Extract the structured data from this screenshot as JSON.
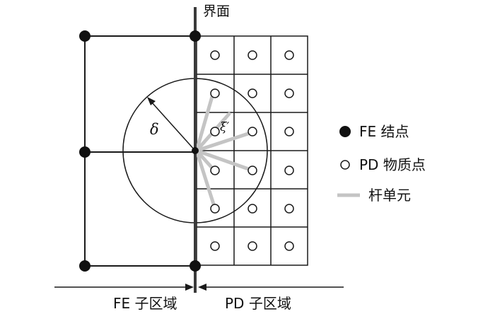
{
  "diagram": {
    "interface_label": "界面",
    "horizon_label": "δ",
    "bond_vector_label": "ξ′",
    "region_fe_label": "FE 子区域",
    "region_pd_label": "PD 子区域",
    "legend": {
      "fe_node": "FE 结点",
      "pd_point": "PD 物质点",
      "bond": "杆单元"
    },
    "colors": {
      "line": "#1a1a1a",
      "bond": "#c4c4c4",
      "node_fill": "#111111"
    },
    "icons": {
      "fe_node": "filled-circle",
      "pd_point": "open-circle",
      "bond": "gray-line"
    }
  }
}
